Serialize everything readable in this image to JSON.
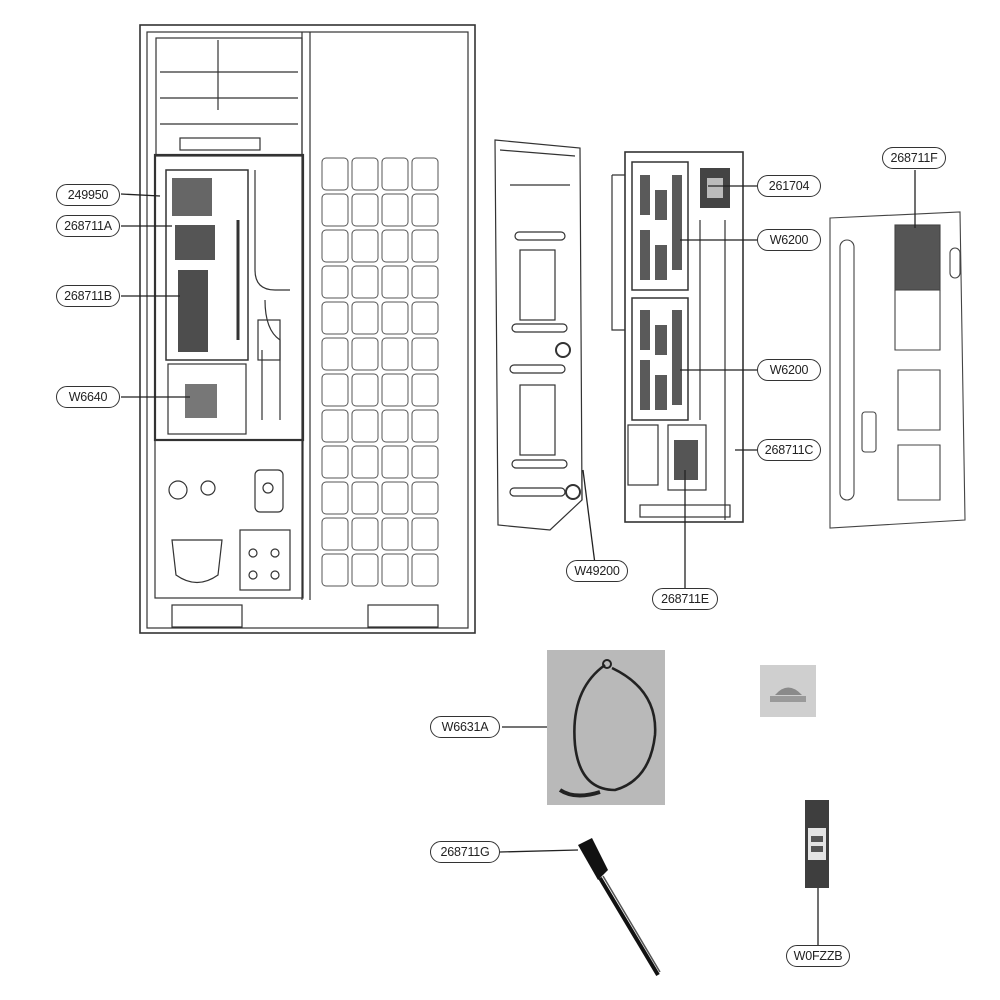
{
  "labels": {
    "l249950": "249950",
    "l268711a": "268711A",
    "l268711b": "268711B",
    "w6640": "W6640",
    "l261704": "261704",
    "w6200_top": "W6200",
    "w6200_bottom": "W6200",
    "l268711c": "268711C",
    "l268711f": "268711F",
    "w49200": "W49200",
    "l268711e": "268711E",
    "w6631a": "W6631A",
    "l268711g": "268711G",
    "w0fzzb": "W0FZZB"
  },
  "icons": {
    "outdoor_unit": "outdoor-unit-front-view",
    "side_panel": "side-panel-drawing",
    "control_box": "control-box-drawing",
    "cover_plate": "cover-plate-drawing",
    "wire_harness": "wire-harness-photo",
    "clip": "clip-photo",
    "sensor": "temperature-sensor-photo",
    "fuse": "fuse-photo"
  }
}
